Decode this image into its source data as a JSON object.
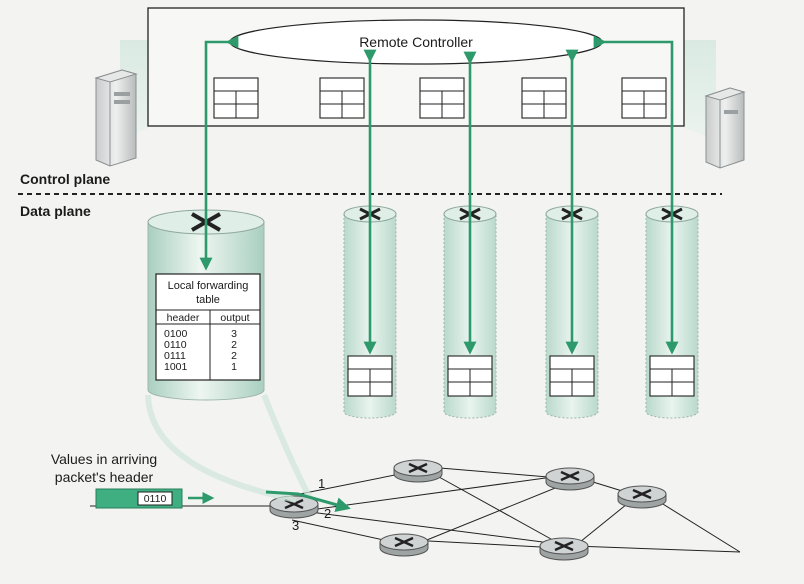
{
  "controller": {
    "label": "Remote Controller"
  },
  "planes": {
    "control": "Control plane",
    "data": "Data plane"
  },
  "forwarding_table": {
    "title_line1": "Local forwarding",
    "title_line2": "table",
    "col_header": "header",
    "col_output": "output",
    "rows": [
      {
        "header": "0100",
        "output": "3"
      },
      {
        "header": "0110",
        "output": "2"
      },
      {
        "header": "0111",
        "output": "2"
      },
      {
        "header": "1001",
        "output": "1"
      }
    ]
  },
  "packet": {
    "caption_line1": "Values in arriving",
    "caption_line2": "packet's header",
    "value": "0110"
  },
  "ports": {
    "p1": "1",
    "p2": "2",
    "p3": "3"
  },
  "colors": {
    "arrow": "#2e9a6c",
    "cylinder_fill": "#d9ece4",
    "packet": "#3fae80",
    "controller_bg": "#f7f7f5"
  }
}
